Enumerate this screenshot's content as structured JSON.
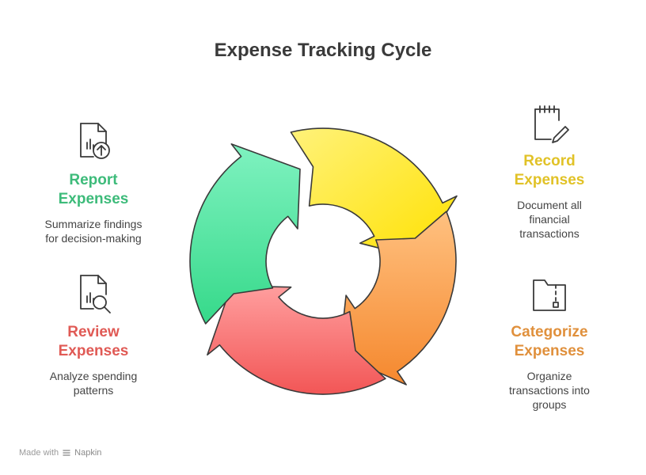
{
  "title": "Expense Tracking Cycle",
  "steps": [
    {
      "key": "record",
      "label_line1": "Record",
      "label_line2": "Expenses",
      "desc_lines": [
        "Document all",
        "financial",
        "transactions"
      ],
      "color": "#E1C227",
      "icon": "notepad-pencil-icon"
    },
    {
      "key": "categorize",
      "label_line1": "Categorize",
      "label_line2": "Expenses",
      "desc_lines": [
        "Organize",
        "transactions into",
        "groups"
      ],
      "color": "#E0903C",
      "icon": "folder-zip-icon"
    },
    {
      "key": "review",
      "label_line1": "Review",
      "label_line2": "Expenses",
      "desc_lines": [
        "Analyze spending",
        "patterns"
      ],
      "color": "#E05A55",
      "icon": "document-search-icon"
    },
    {
      "key": "report",
      "label_line1": "Report",
      "label_line2": "Expenses",
      "desc_lines": [
        "Summarize findings",
        "for decision-making"
      ],
      "color": "#3DBB7A",
      "icon": "document-upload-icon"
    }
  ],
  "arrow_colors": {
    "yellow": [
      "#FFF27A",
      "#FFE100"
    ],
    "orange": [
      "#FFC180",
      "#F5882E"
    ],
    "red": [
      "#FF9E9E",
      "#F25656"
    ],
    "green": [
      "#7FF2C0",
      "#36D98A"
    ]
  },
  "footer": {
    "prefix": "Made with",
    "brand": "Napkin"
  }
}
